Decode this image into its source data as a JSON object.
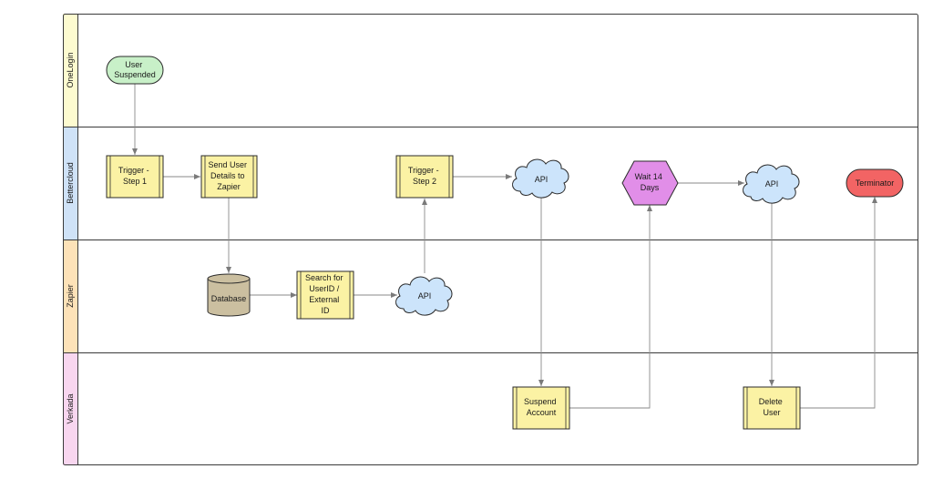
{
  "colors": {
    "lane_onelogin": "#fdfbd0",
    "lane_bettercloud": "#cfe2f7",
    "lane_zapier": "#fde2b8",
    "lane_verkada": "#f8d6ef",
    "terminal_start": "#c8f0c8",
    "process": "#fbf2a4",
    "process_stroke": "#2b2b2b",
    "database": "#cbbfa0",
    "cloud": "#cce4fb",
    "wait": "#e18ee8",
    "terminator": "#f26464",
    "edge": "#8a8a8a",
    "border": "#3a3a3a"
  },
  "lanes": [
    {
      "id": "onelogin",
      "label": "OneLogin"
    },
    {
      "id": "bettercloud",
      "label": "Bettercloud"
    },
    {
      "id": "zapier",
      "label": "Zapier"
    },
    {
      "id": "verkada",
      "label": "Verkada"
    }
  ],
  "nodes": {
    "user_suspended": {
      "lines": [
        "User",
        "Suspended"
      ],
      "shape": "terminal"
    },
    "trigger_step1": {
      "lines": [
        "Trigger -",
        "Step 1"
      ],
      "shape": "process"
    },
    "send_user_details": {
      "lines": [
        "Send User",
        "Details to",
        "Zapier"
      ],
      "shape": "process"
    },
    "trigger_step2": {
      "lines": [
        "Trigger -",
        "Step 2"
      ],
      "shape": "process"
    },
    "api_bettercloud_1": {
      "lines": [
        "API"
      ],
      "shape": "cloud"
    },
    "wait_14_days": {
      "lines": [
        "Wait 14",
        "Days"
      ],
      "shape": "hexagon"
    },
    "api_bettercloud_2": {
      "lines": [
        "API"
      ],
      "shape": "cloud"
    },
    "terminator": {
      "lines": [
        "Terminator"
      ],
      "shape": "terminal"
    },
    "database": {
      "lines": [
        "Database"
      ],
      "shape": "cylinder"
    },
    "search_userid": {
      "lines": [
        "Search for",
        "UserID /",
        "External",
        "ID"
      ],
      "shape": "process"
    },
    "api_zapier": {
      "lines": [
        "API"
      ],
      "shape": "cloud"
    },
    "suspend_account": {
      "lines": [
        "Suspend",
        "Account"
      ],
      "shape": "process"
    },
    "delete_user": {
      "lines": [
        "Delete",
        "User"
      ],
      "shape": "process"
    }
  },
  "edges": [
    {
      "from": "user_suspended",
      "to": "trigger_step1"
    },
    {
      "from": "trigger_step1",
      "to": "send_user_details"
    },
    {
      "from": "send_user_details",
      "to": "database"
    },
    {
      "from": "database",
      "to": "search_userid"
    },
    {
      "from": "search_userid",
      "to": "api_zapier"
    },
    {
      "from": "api_zapier",
      "to": "trigger_step2"
    },
    {
      "from": "trigger_step2",
      "to": "api_bettercloud_1"
    },
    {
      "from": "api_bettercloud_1",
      "to": "suspend_account"
    },
    {
      "from": "suspend_account",
      "to": "wait_14_days"
    },
    {
      "from": "wait_14_days",
      "to": "api_bettercloud_2"
    },
    {
      "from": "api_bettercloud_2",
      "to": "delete_user"
    },
    {
      "from": "delete_user",
      "to": "terminator"
    }
  ]
}
